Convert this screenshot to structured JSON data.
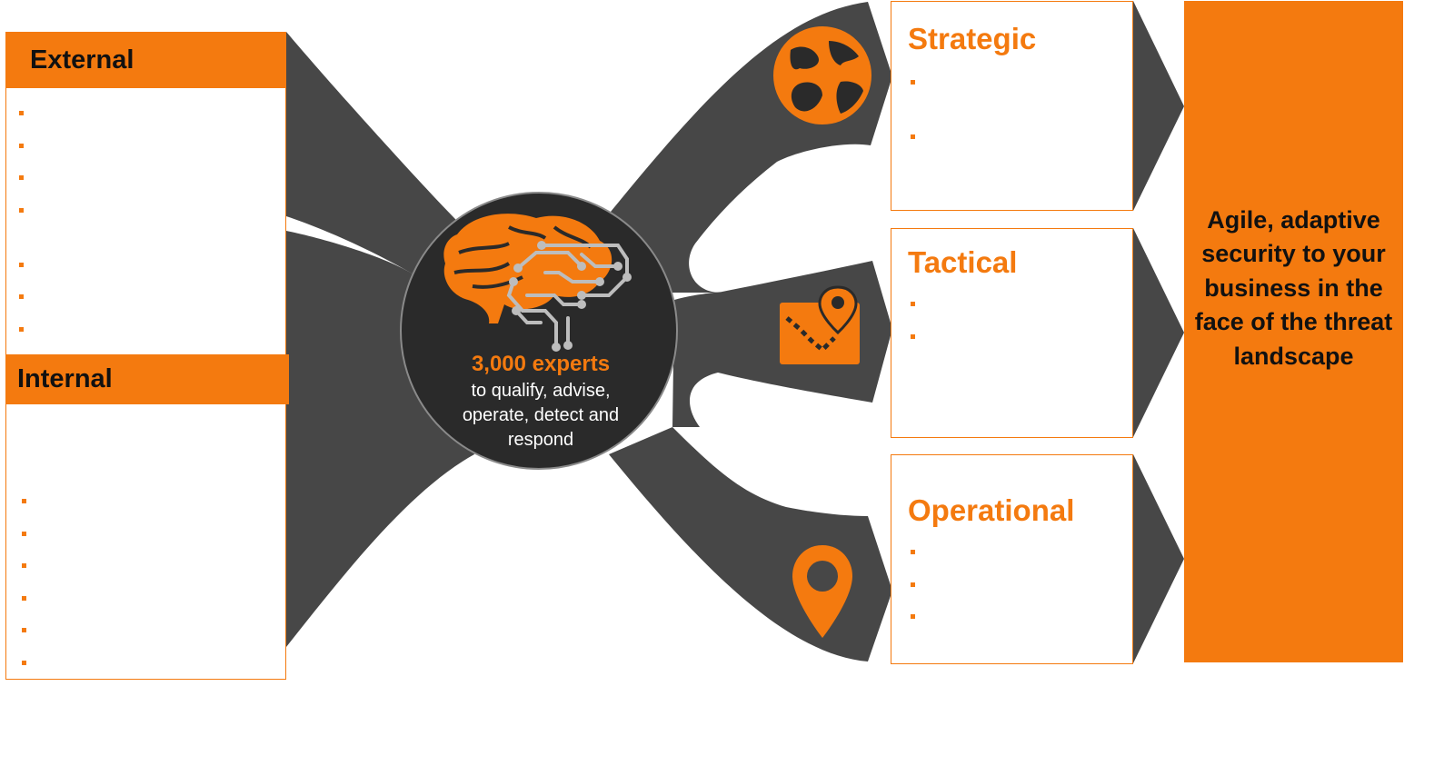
{
  "external": {
    "title": "External",
    "bullet_count": 7
  },
  "internal": {
    "title": "Internal",
    "bullet_count": 6
  },
  "center": {
    "headline": "3,000 experts",
    "subtext": "to qualify, advise, operate, detect and respond"
  },
  "outputs": [
    {
      "title": "Strategic",
      "bullet_count": 2,
      "icon": "globe-icon"
    },
    {
      "title": "Tactical",
      "bullet_count": 2,
      "icon": "map-pin-icon"
    },
    {
      "title": "Operational",
      "bullet_count": 3,
      "icon": "location-pin-icon"
    }
  ],
  "result": {
    "text": "Agile, adaptive security to your business in the face of the threat landscape"
  },
  "colors": {
    "accent": "#f47a0f",
    "flow": "#474747",
    "hub": "#2a2a2a",
    "text_dark": "#111111"
  }
}
